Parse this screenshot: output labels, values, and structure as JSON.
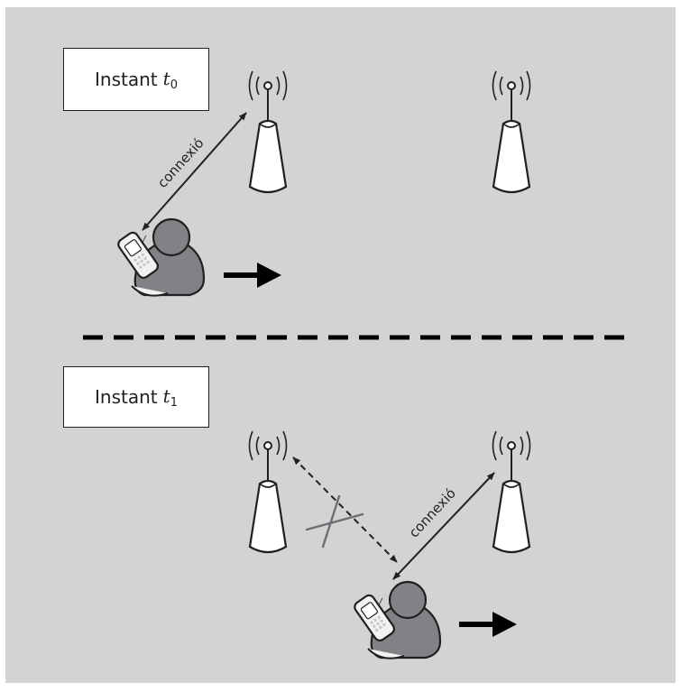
{
  "colors": {
    "background": "#d1d3d4",
    "ink": "#231f20",
    "cross": "#6d6e71",
    "person": "#808285",
    "tower_fill": "#ffffff"
  },
  "scene_t0": {
    "label_word": "Instant",
    "label_var": "t",
    "label_sub": "0",
    "connection_label": "connexió",
    "towers": [
      "antenna-tower-left",
      "antenna-tower-right"
    ],
    "connected_tower": "left"
  },
  "divider": "dashed-line",
  "scene_t1": {
    "label_word": "Instant",
    "label_var": "t",
    "label_sub": "1",
    "connection_label": "connexió",
    "broken_link": true,
    "connected_tower": "right"
  },
  "icons": [
    "antenna-icon",
    "mobile-user-icon",
    "direction-arrow-icon",
    "broken-link-cross-icon"
  ]
}
